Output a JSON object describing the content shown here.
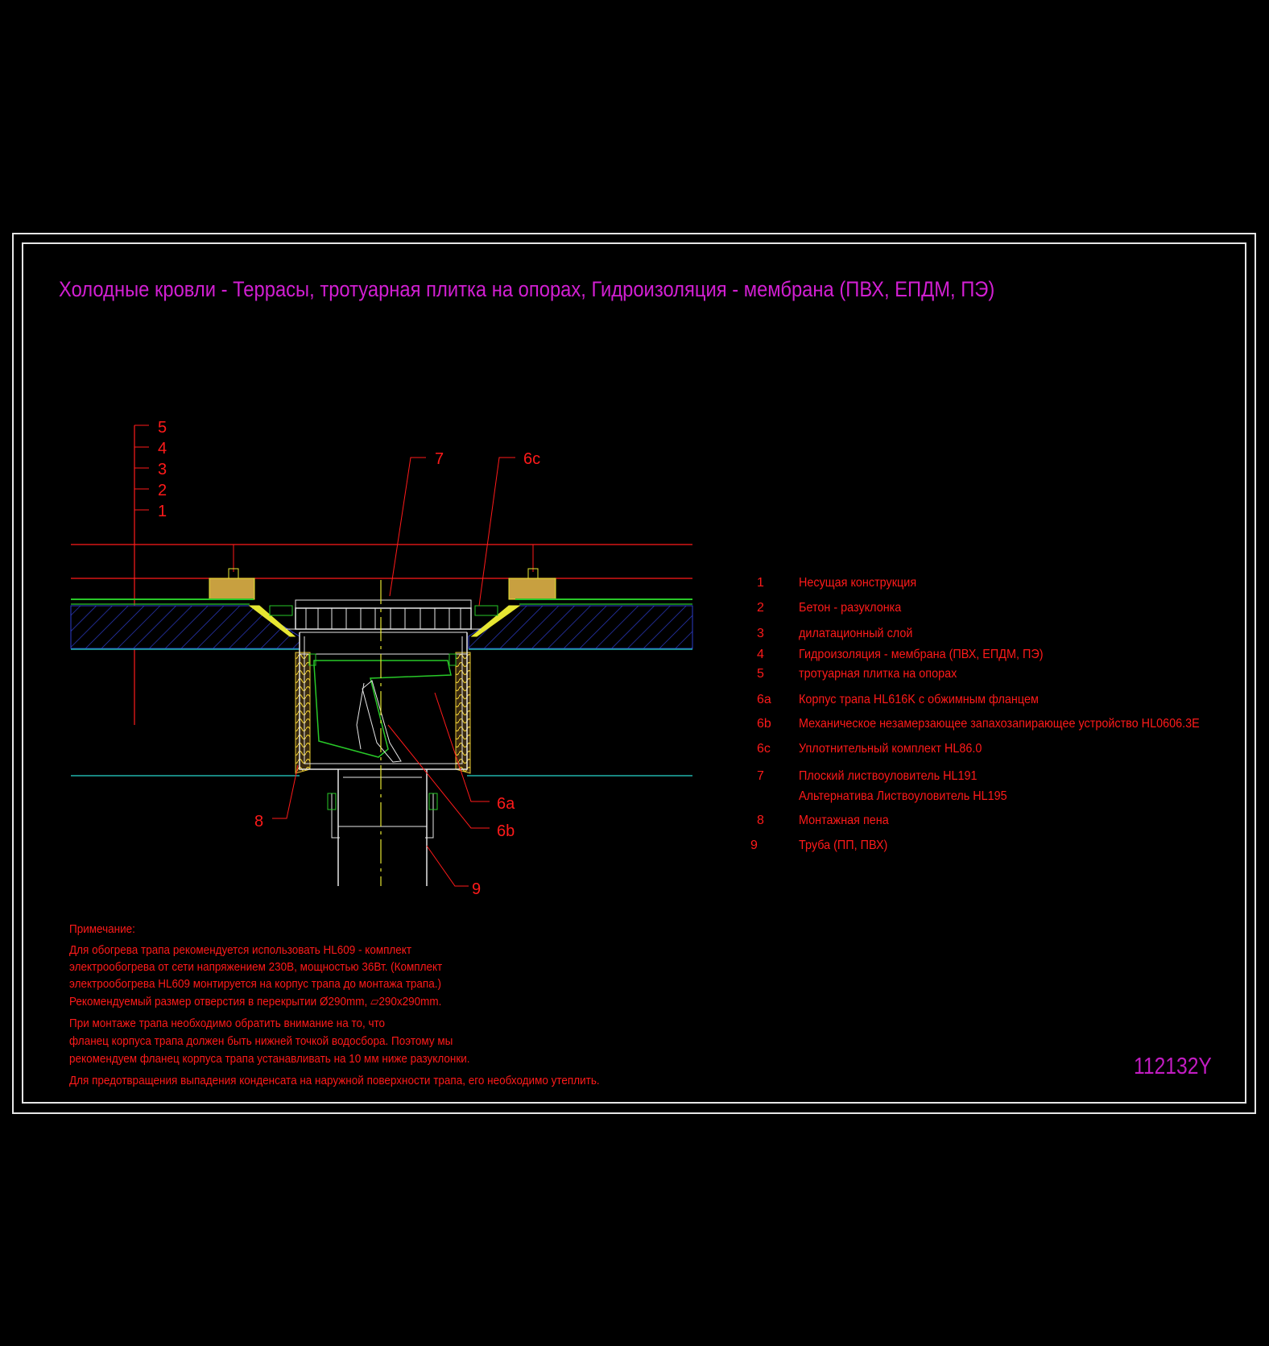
{
  "title": "Холодные кровли - Террасы, тротуарная плитка на опорах, Гидроизоляция - мембрана (ПВХ, ЕПДМ, ПЭ)",
  "drawing_code": "112132Y",
  "callouts": {
    "layer_5": "5",
    "layer_4": "4",
    "layer_3": "3",
    "layer_2": "2",
    "layer_1": "1",
    "c7": "7",
    "c6c": "6c",
    "c6a": "6a",
    "c6b": "6b",
    "c8": "8",
    "c9": "9"
  },
  "legend": [
    {
      "num": "1",
      "text": "Несущая конструкция"
    },
    {
      "num": "2",
      "text": "Бетон - разуклонка"
    },
    {
      "num": "3",
      "text": "дилатационный слой"
    },
    {
      "num": "4",
      "text": "Гидроизоляция - мембрана (ПВХ, ЕПДМ, ПЭ)"
    },
    {
      "num": "5",
      "text": "тротуарная плитка на опорах"
    },
    {
      "num": "6a",
      "text": "Корпус трапа HL616K с обжимным фланцем"
    },
    {
      "num": "6b",
      "text": "Механическое незамерзающее запахозапирающее устройство HL0606.3E"
    },
    {
      "num": "6c",
      "text": "Уплотнительный комплект HL86.0"
    },
    {
      "num": "7",
      "text": "Плоский листвоуловитель HL191"
    },
    {
      "num": "",
      "text": "Альтернатива Листвоуловитель HL195"
    },
    {
      "num": "8",
      "text": "Монтажная пена"
    },
    {
      "num": "9",
      "text": "Труба (ПП, ПВХ)"
    }
  ],
  "notes": [
    "Примечание:",
    "Для обогрева трапа рекомендуется использовать HL609 - комплект",
    "электрообогрева от сети напряжением 230В, мощностью 36Вт. (Комплект",
    "электрообогрева HL609 монтируется на корпус трапа до монтажа трапа.)",
    "Рекомендуемый размер отверстия в перекрытии Ø290mm, ▱290x290mm.",
    "При монтаже трапа необходимо обратить внимание на то, что",
    "фланец корпуса трапа должен быть нижней точкой водосбора. Поэтому мы",
    "рекомендуем фланец корпуса трапа устанавливать на 10 мм ниже разуклонки.",
    "Для предотвращения выпадения конденсата на наружной поверхности трапа, его необходимо утеплить."
  ],
  "colors": {
    "background": "#000000",
    "frame": "#e6e6e6",
    "title": "#d21fd2",
    "text_red": "#ff1a1a",
    "layer_green": "#28c828",
    "concrete_blue": "#2d3cc8",
    "cyan_line": "#20b2aa",
    "wood_pad": "#c8a040",
    "insulation_yellow": "#e6e632"
  }
}
